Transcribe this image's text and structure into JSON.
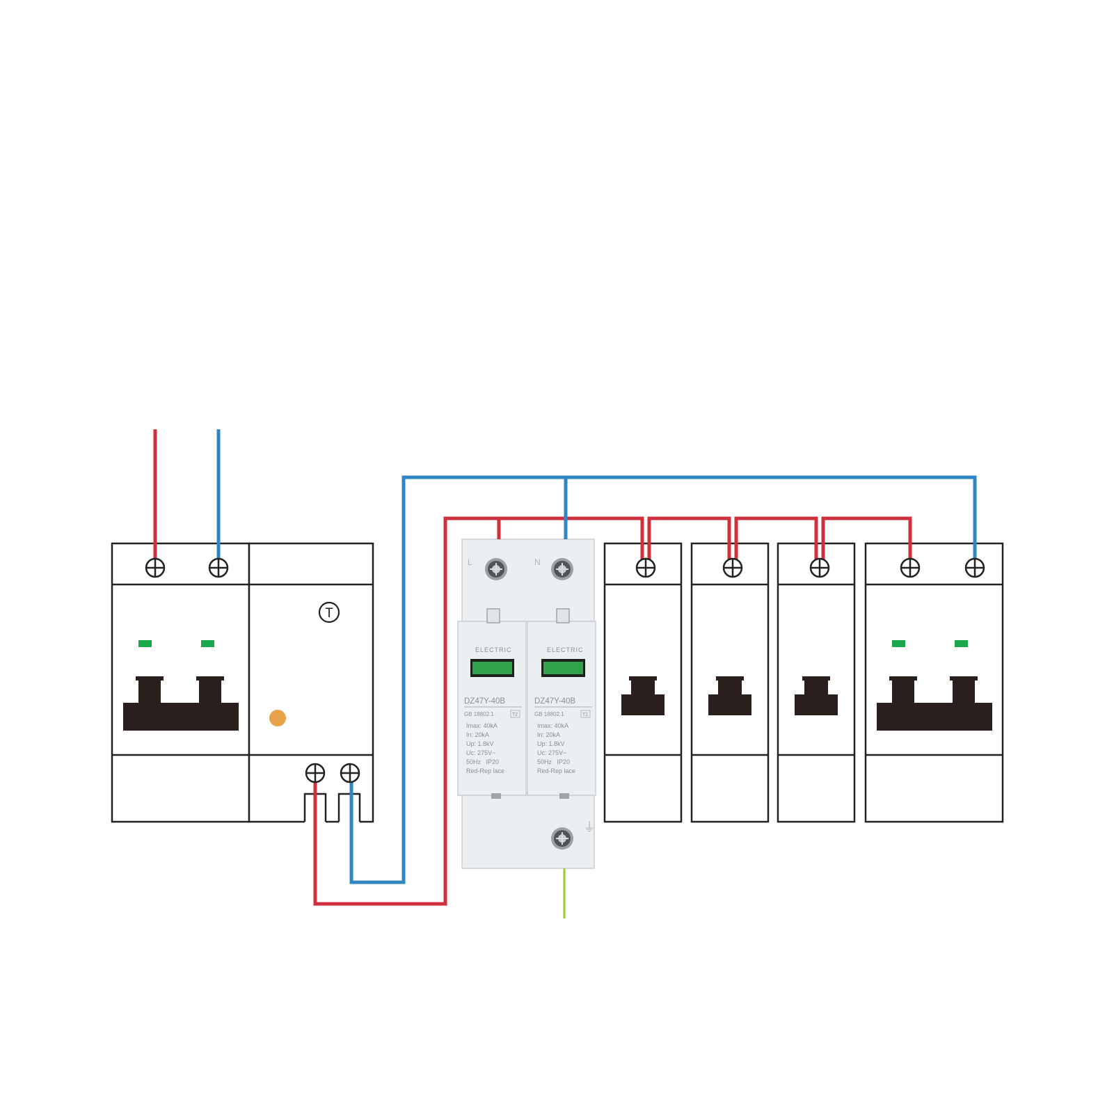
{
  "colors": {
    "live_wire": "#d0303c",
    "neutral_wire": "#2f86c2",
    "earth_wire": "#9cc83a",
    "indicator_green": "#1aa64b",
    "test_dot": "#e8a24c",
    "handle": "#2a1f1d"
  },
  "rcd": {
    "test_label": "T"
  },
  "spd": {
    "terminal_l": "L",
    "terminal_n": "N",
    "earth_symbol": "⏚",
    "poles": [
      {
        "brand": "ELECTRIC",
        "model": "DZ47Y-40B",
        "standard": "GB 18802.1",
        "class_mark": "T2",
        "specs": [
          "Imax: 40kA",
          "In: 20kA",
          "Up: 1.8kV",
          "Uc: 275V~",
          "50Hz   IP20",
          "Red-Rep lace"
        ]
      },
      {
        "brand": "ELECTRIC",
        "model": "DZ47Y-40B",
        "standard": "GB 18802.1",
        "class_mark": "T2",
        "specs": [
          "Imax: 40kA",
          "In: 20kA",
          "Up: 1.8kV",
          "Uc: 275V~",
          "50Hz   IP20",
          "Red-Rep lace"
        ]
      }
    ]
  }
}
